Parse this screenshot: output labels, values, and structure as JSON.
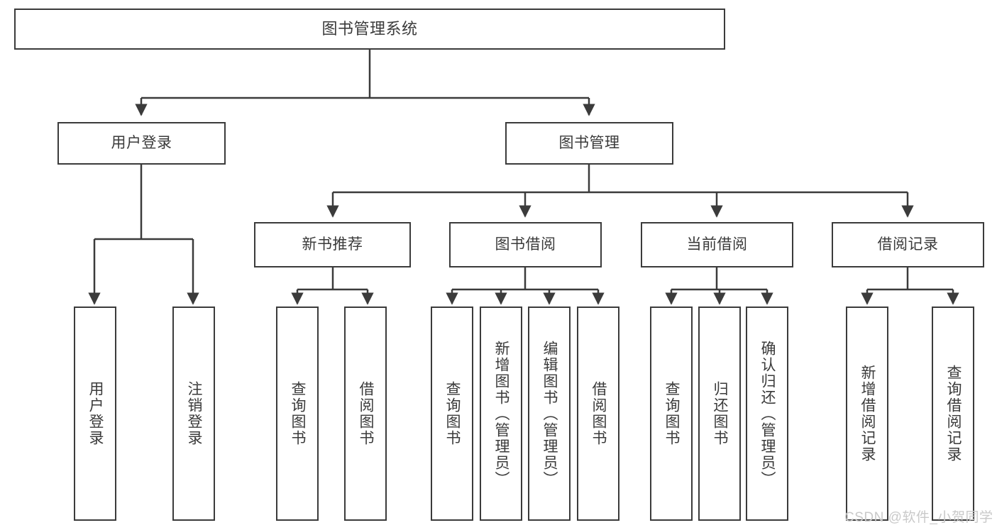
{
  "diagram": {
    "title": "图书管理系统",
    "type": "tree",
    "watermark": "CSDN @软件_小贺同学",
    "colors": {
      "border": "#3b3b3b",
      "text": "#3a3a3a",
      "background": "#ffffff",
      "watermark": "#c9c9c9"
    },
    "root": {
      "label": "图书管理系统"
    },
    "level2": [
      {
        "label": "用户登录"
      },
      {
        "label": "图书管理"
      }
    ],
    "level3": [
      {
        "label": "新书推荐"
      },
      {
        "label": "图书借阅"
      },
      {
        "label": "当前借阅"
      },
      {
        "label": "借阅记录"
      }
    ],
    "leaves": {
      "user_login": [
        {
          "label": "用户登录"
        },
        {
          "label": "注销登录"
        }
      ],
      "new_book": [
        {
          "label": "查询图书"
        },
        {
          "label": "借阅图书"
        }
      ],
      "book_borrow": [
        {
          "label": "查询图书"
        },
        {
          "label": "新增图书（管理员）"
        },
        {
          "label": "编辑图书（管理员）"
        },
        {
          "label": "借阅图书"
        }
      ],
      "current_borrow": [
        {
          "label": "查询图书"
        },
        {
          "label": "归还图书"
        },
        {
          "label": "确认归还（管理员）"
        }
      ],
      "borrow_record": [
        {
          "label": "新增借阅记录"
        },
        {
          "label": "查询借阅记录"
        }
      ]
    }
  }
}
